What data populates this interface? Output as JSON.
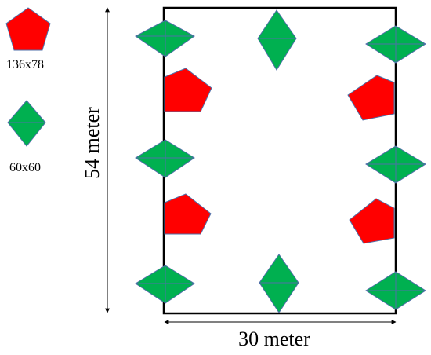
{
  "legend": {
    "pentagon_label": "136x78",
    "diamond_label": "60x60"
  },
  "dimensions": {
    "height_label": "54 meter",
    "width_label": "30 meter"
  },
  "colors": {
    "pentagon_fill": "#ff0000",
    "pentagon_stroke": "#4f6fa8",
    "diamond_fill": "#00b050",
    "diamond_stroke": "#4f6fa8",
    "boundary": "#000000"
  }
}
